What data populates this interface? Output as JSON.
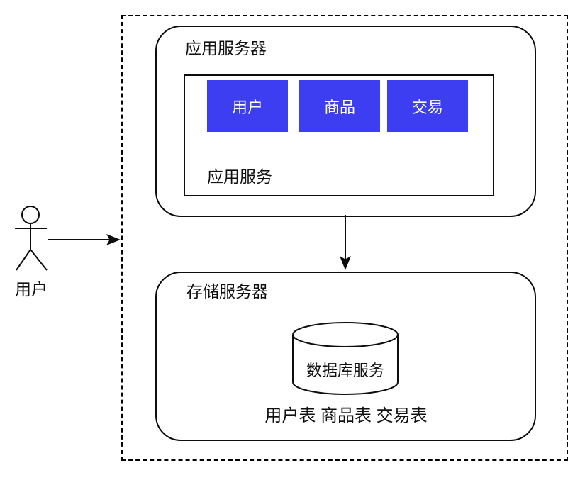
{
  "actor": {
    "label": "用户"
  },
  "app_server": {
    "label": "应用服务器",
    "service_group": {
      "label": "应用服务",
      "modules": [
        {
          "label": "用户"
        },
        {
          "label": "商品"
        },
        {
          "label": "交易"
        }
      ]
    }
  },
  "storage_server": {
    "label": "存储服务器",
    "database": {
      "label": "数据库服务"
    },
    "tables_label": "用户表 商品表 交易表"
  },
  "colors": {
    "module_fill": "#3d3df2",
    "module_text": "#ffffff",
    "line": "#000000"
  }
}
